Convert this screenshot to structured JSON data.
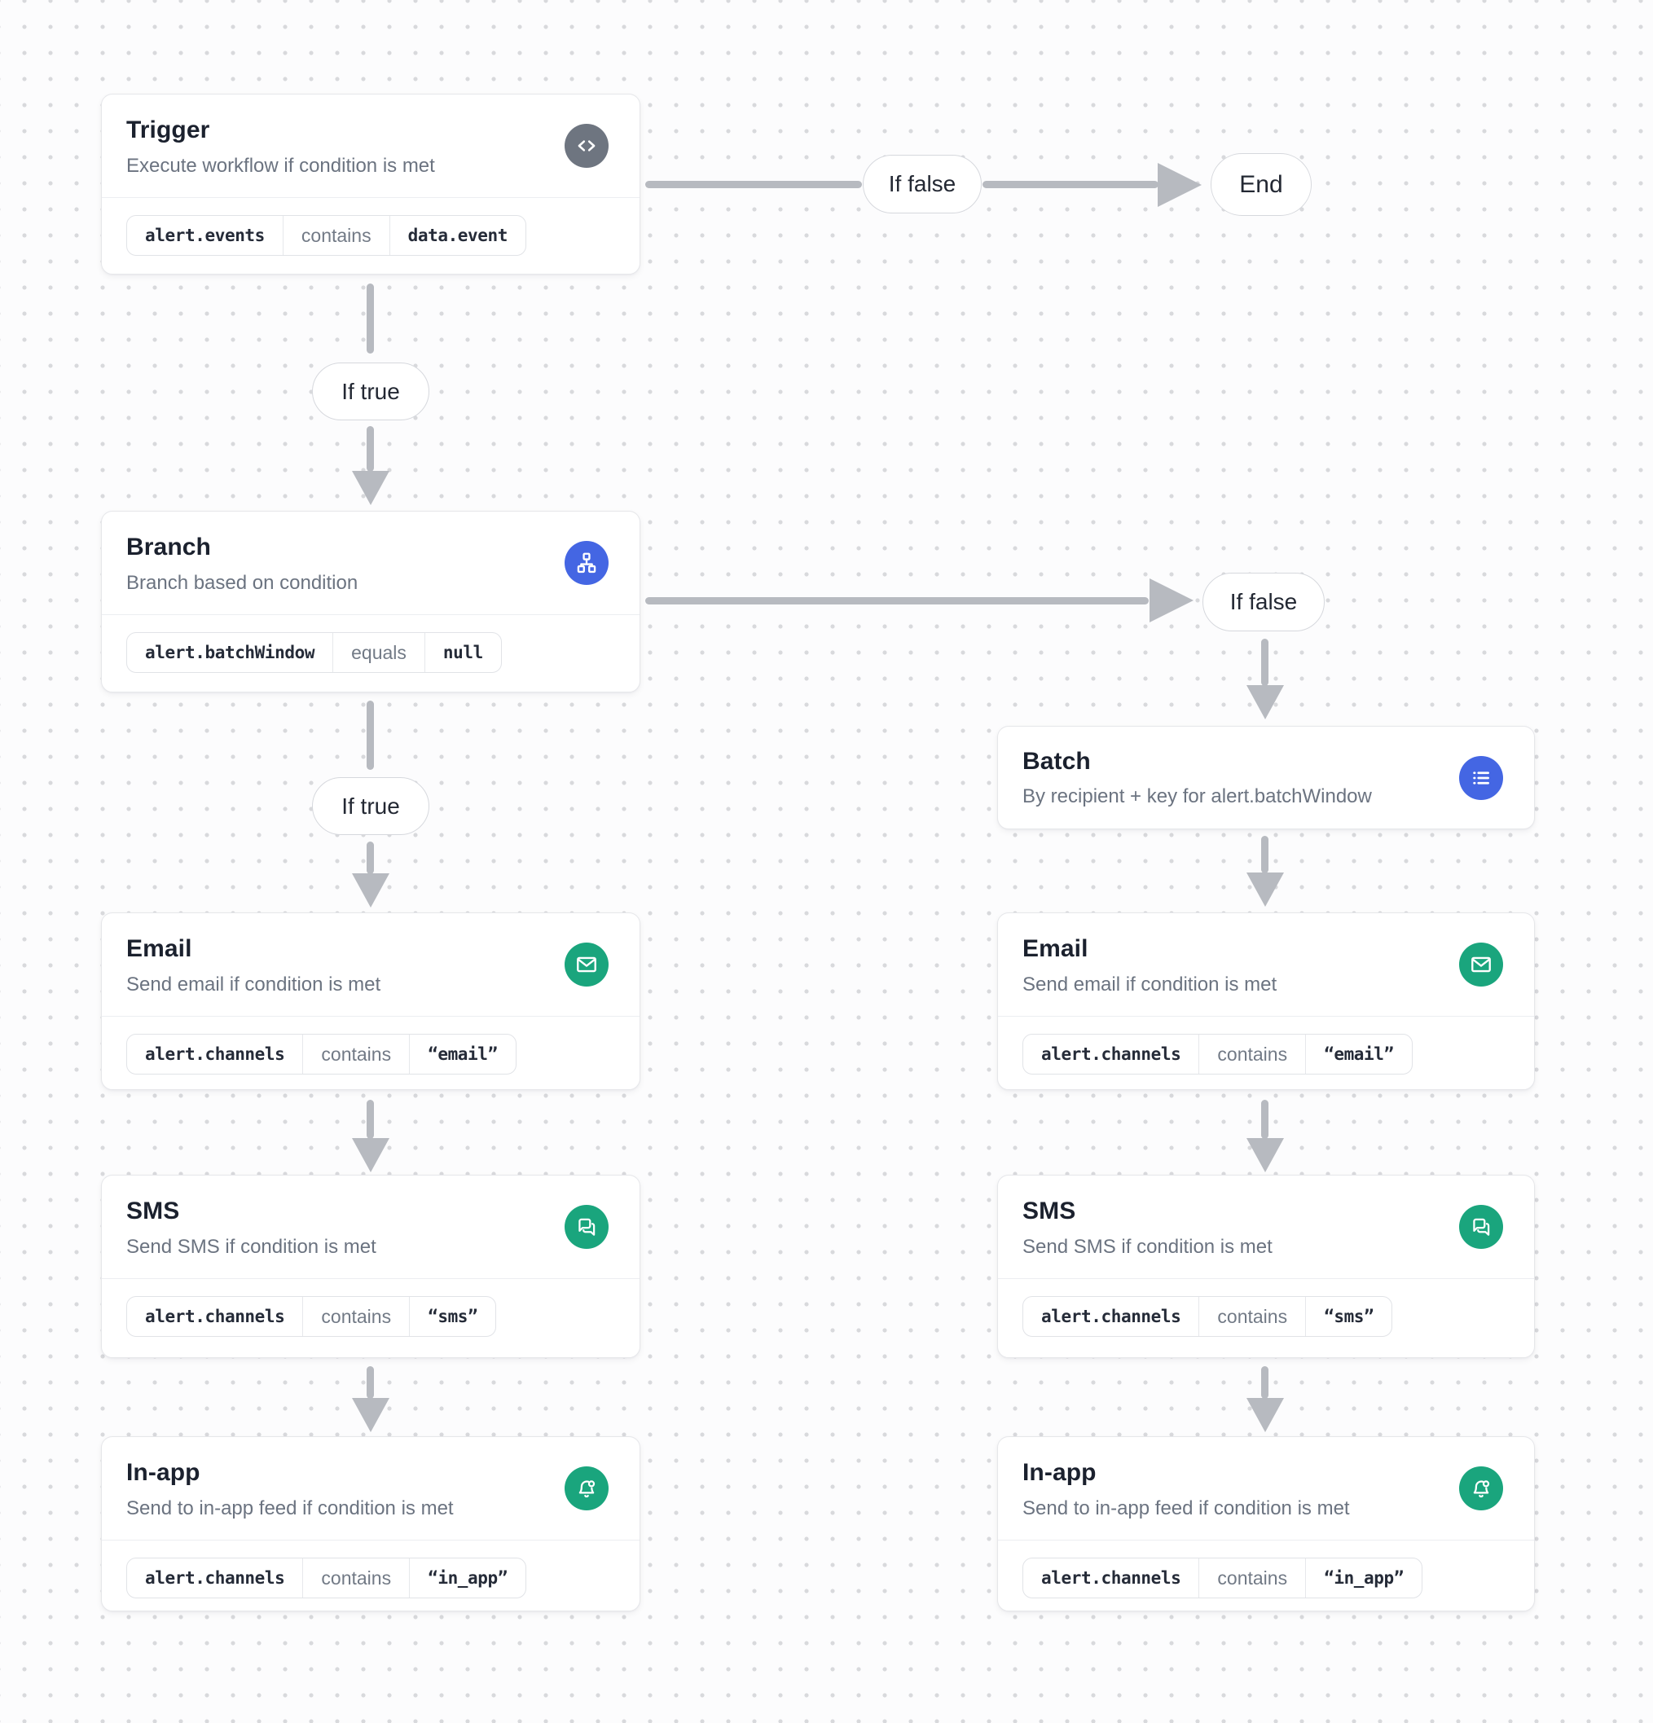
{
  "canvas": {
    "background": "#fcfcfd",
    "dot_color": "#d8d9dc"
  },
  "colors": {
    "icon_gray": "#6e7580",
    "icon_blue": "#4466e3",
    "icon_green": "#1aa57d",
    "arrow": "#b7bac0"
  },
  "labels": {
    "if_true": "If true",
    "if_false": "If false",
    "end": "End"
  },
  "nodes": {
    "trigger": {
      "title": "Trigger",
      "subtitle": "Execute workflow if condition is met",
      "icon": "code-icon",
      "condition": {
        "field": "alert.events",
        "operator": "contains",
        "value": "data.event"
      }
    },
    "branch": {
      "title": "Branch",
      "subtitle": "Branch based on condition",
      "icon": "sitemap-icon",
      "condition": {
        "field": "alert.batchWindow",
        "operator": "equals",
        "value": "null"
      }
    },
    "batch": {
      "title": "Batch",
      "subtitle": "By recipient + key for alert.batchWindow",
      "icon": "list-icon"
    },
    "email": {
      "title": "Email",
      "subtitle": "Send email if condition is met",
      "icon": "envelope-icon",
      "condition": {
        "field": "alert.channels",
        "operator": "contains",
        "value": "“email”"
      }
    },
    "sms": {
      "title": "SMS",
      "subtitle": "Send SMS if condition is met",
      "icon": "chat-bubbles-icon",
      "condition": {
        "field": "alert.channels",
        "operator": "contains",
        "value": "“sms”"
      }
    },
    "inapp": {
      "title": "In-app",
      "subtitle": "Send to in-app feed if condition is met",
      "icon": "bell-dot-icon",
      "condition": {
        "field": "alert.channels",
        "operator": "contains",
        "value": "“in_app”"
      }
    }
  }
}
